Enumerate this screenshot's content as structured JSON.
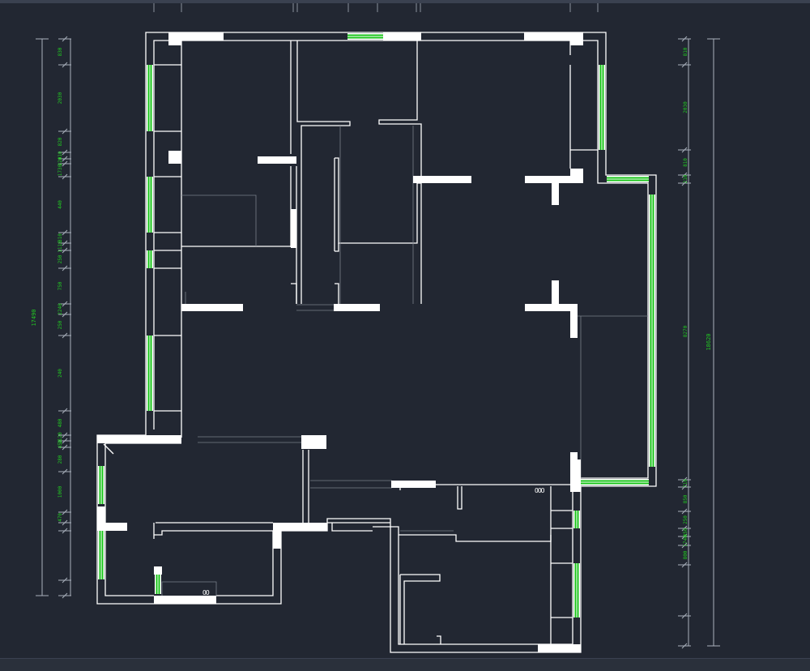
{
  "colors": {
    "background": "#222732",
    "wall": "#ffffff",
    "window_pane": "#19c419",
    "dimension": "#a9b0bc",
    "dimension_text": "#22c922"
  },
  "left_dimensions": {
    "segments": [
      "830",
      "2030",
      "820",
      "410",
      "220",
      "1730",
      "440",
      "310",
      "1110",
      "250",
      "750",
      "2240",
      "250",
      "240",
      "480",
      "1120",
      "450",
      "280",
      "1000",
      "470"
    ],
    "total": "17490"
  },
  "right_dimensions": {
    "segments": [
      "810",
      "2030",
      "810",
      "210",
      "8270",
      "710",
      "850",
      "250",
      "450",
      "1740",
      "800"
    ],
    "total": "18620"
  },
  "fixtures": {
    "right_burners": "OOO",
    "lower_burners": "OO"
  }
}
